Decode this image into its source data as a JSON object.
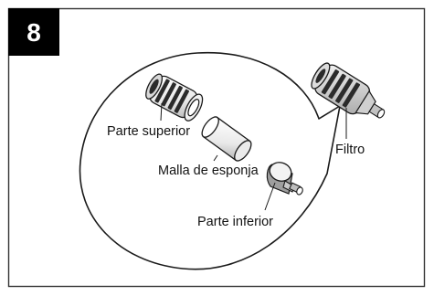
{
  "step": {
    "number": "8"
  },
  "labels": {
    "top_part": "Parte superior",
    "sponge_mesh": "Malla de esponja",
    "filter": "Filtro",
    "bottom_part": "Parte inferior"
  },
  "colors": {
    "frame": "#333333",
    "badge_bg": "#000000",
    "badge_text": "#ffffff",
    "line": "#1a1a1a",
    "part_dark": "#2b2b2b",
    "part_light": "#e6e6e6"
  }
}
